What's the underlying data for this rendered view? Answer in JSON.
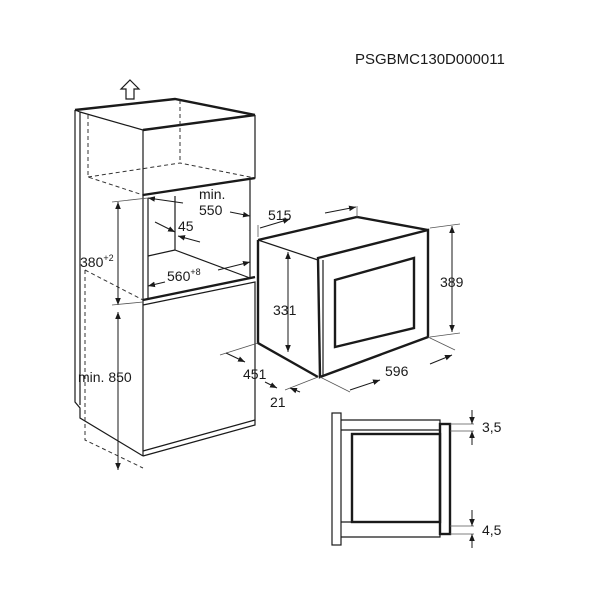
{
  "model_code": "PSGBMC130D000011",
  "cabinet": {
    "niche_height": "380",
    "niche_height_tolerance": "+2",
    "niche_width": "560",
    "niche_width_tolerance": "+8",
    "niche_depth_prefix": "min.",
    "niche_depth": "550",
    "vent_gap": "45",
    "floor_height": "min. 850"
  },
  "appliance": {
    "depth": "515",
    "body_height": "331",
    "front_height": "389",
    "front_width": "596",
    "body_depth": "451",
    "front_thickness": "21"
  },
  "section_detail": {
    "top_gap": "3,5",
    "bottom_gap": "4,5"
  },
  "icons": {
    "ventilation": "up-arrow-outline-icon"
  }
}
